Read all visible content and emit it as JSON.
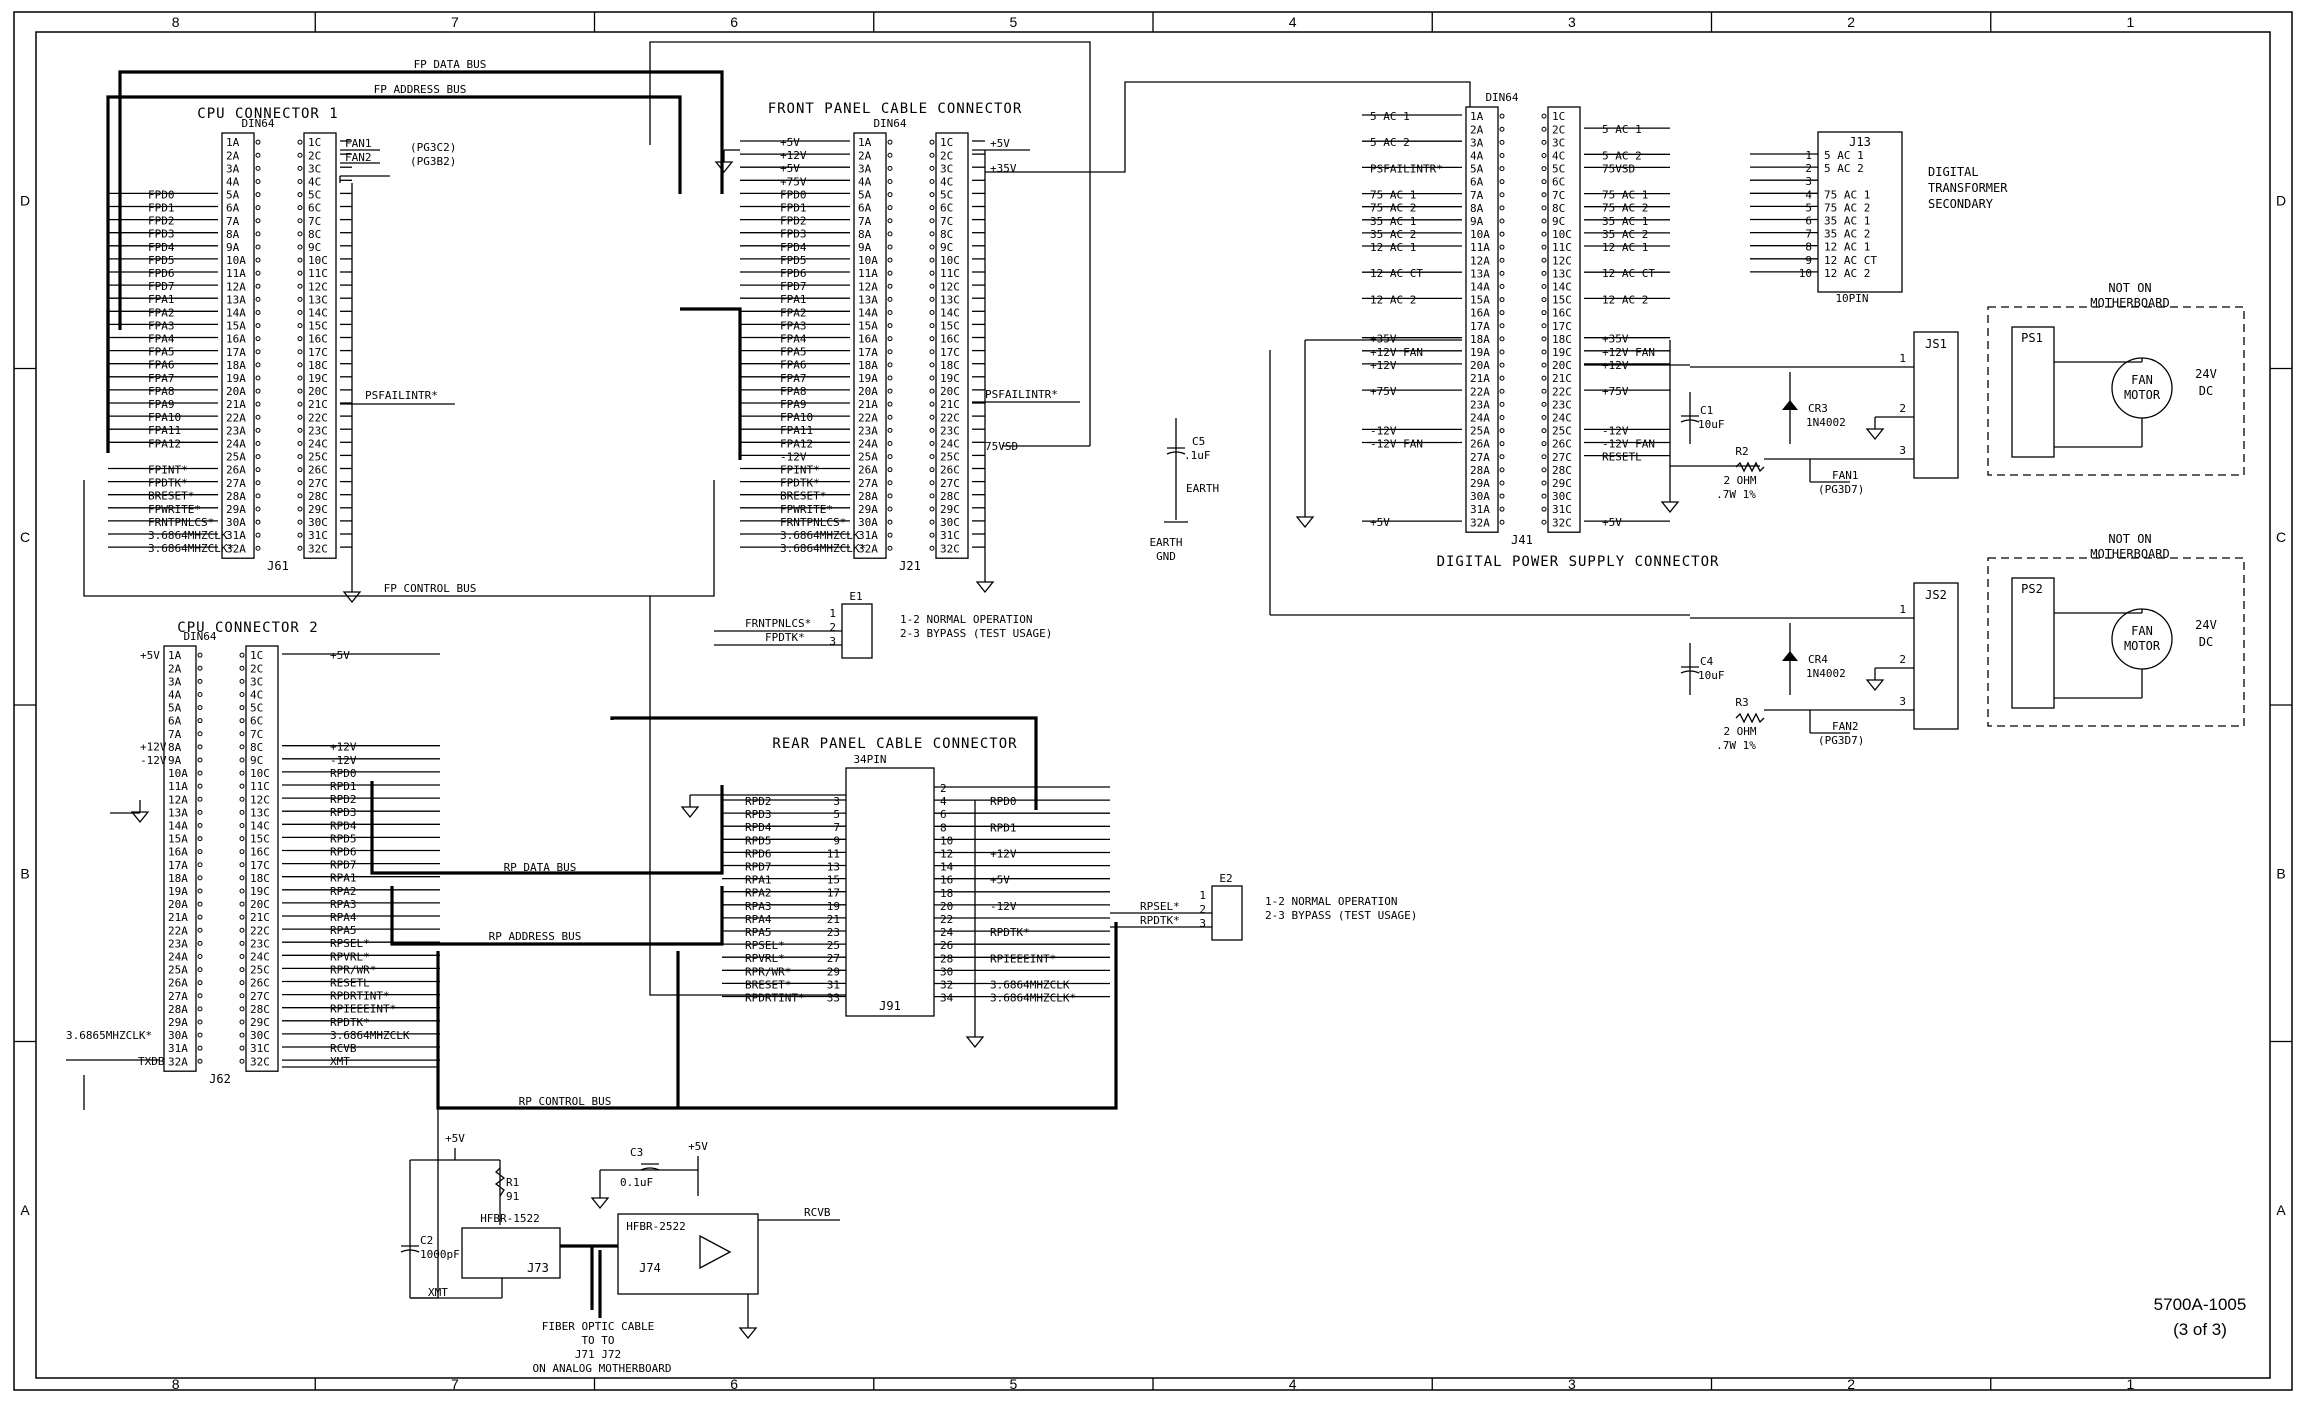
{
  "frame": {
    "cols": [
      "8",
      "7",
      "6",
      "5",
      "4",
      "3",
      "2",
      "1"
    ],
    "rows": [
      "D",
      "C",
      "B",
      "A"
    ]
  },
  "drawing": {
    "number": "5700A-1005",
    "sheet": "(3 of 3)"
  },
  "cpu1": {
    "title": "CPU CONNECTOR 1",
    "type": "DIN64",
    "ref": "J61",
    "a": [
      "1A",
      "2A",
      "3A",
      "4A",
      "5A",
      "6A",
      "7A",
      "8A",
      "9A",
      "10A",
      "11A",
      "12A",
      "13A",
      "14A",
      "15A",
      "16A",
      "17A",
      "18A",
      "19A",
      "20A",
      "21A",
      "22A",
      "23A",
      "24A",
      "25A",
      "26A",
      "27A",
      "28A",
      "29A",
      "30A",
      "31A",
      "32A"
    ],
    "c": [
      "1C",
      "2C",
      "3C",
      "4C",
      "5C",
      "6C",
      "7C",
      "8C",
      "9C",
      "10C",
      "11C",
      "12C",
      "13C",
      "14C",
      "15C",
      "16C",
      "17C",
      "18C",
      "19C",
      "20C",
      "21C",
      "22C",
      "23C",
      "24C",
      "25C",
      "26C",
      "27C",
      "28C",
      "29C",
      "30C",
      "31C",
      "32C"
    ],
    "sig": [
      "",
      "",
      "",
      "",
      "FPD0",
      "FPD1",
      "FPD2",
      "FPD3",
      "FPD4",
      "FPD5",
      "FPD6",
      "FPD7",
      "FPA1",
      "FPA2",
      "FPA3",
      "FPA4",
      "FPA5",
      "FPA6",
      "FPA7",
      "FPA8",
      "FPA9",
      "FPA10",
      "FPA11",
      "FPA12",
      "",
      "FPINT*",
      "FPDTK*",
      "BRESET*",
      "FPWRITE*",
      "FRNTPNLCS*",
      "3.6864MHZCLK",
      "3.6864MHZCLK*"
    ],
    "fan1": "FAN1",
    "fan2": "FAN2",
    "fan1_ref": "(PG3C2)",
    "fan2_ref": "(PG3B2)",
    "psfail": "PSFAILINTR*"
  },
  "fp": {
    "title": "FRONT PANEL CABLE CONNECTOR",
    "type": "DIN64",
    "ref": "J21",
    "sig": [
      "+5V",
      "+12V",
      "+5V",
      "+75V",
      "FPD0",
      "FPD1",
      "FPD2",
      "FPD3",
      "FPD4",
      "FPD5",
      "FPD6",
      "FPD7",
      "FPA1",
      "FPA2",
      "FPA3",
      "FPA4",
      "FPA5",
      "FPA6",
      "FPA7",
      "FPA8",
      "FPA9",
      "FPA10",
      "FPA11",
      "FPA12",
      "-12V",
      "FPINT*",
      "FPDTK*",
      "BRESET*",
      "FPWRITE*",
      "FRNTPNLCS*",
      "3.6864MHZCLK",
      "3.6864MHZCLK*"
    ],
    "right": {
      "p5": "+5V",
      "p35": "+35V",
      "psfail": "PSFAILINTR*",
      "v75sd": "75VSD"
    }
  },
  "buses": {
    "fp_data": "FP DATA BUS",
    "fp_address": "FP ADDRESS BUS",
    "fp_control": "FP CONTROL BUS",
    "rp_data": "RP DATA BUS",
    "rp_address": "RP ADDRESS BUS",
    "rp_control": "RP CONTROL BUS"
  },
  "e1": {
    "ref": "E1",
    "in1": "FRNTPNLCS*",
    "in2": "FPDTK*",
    "note1": "1-2 NORMAL OPERATION",
    "note2": "2-3 BYPASS (TEST USAGE)"
  },
  "cpu2": {
    "title": "CPU CONNECTOR 2",
    "type": "DIN64",
    "ref": "J62",
    "left": [
      "+5V",
      "",
      "",
      "",
      "",
      "",
      "",
      "+12V",
      "-12V",
      "",
      "",
      "",
      "",
      "",
      "",
      "",
      "",
      "",
      "",
      "",
      "",
      "",
      "",
      "",
      "",
      "",
      "",
      "",
      "",
      "3.6865MHZCLK*",
      "",
      "TXDB"
    ],
    "right": [
      "+5V",
      "",
      "",
      "",
      "",
      "",
      "",
      "+12V",
      "-12V",
      "RPD0",
      "RPD1",
      "RPD2",
      "RPD3",
      "RPD4",
      "RPD5",
      "RPD6",
      "RPD7",
      "RPA1",
      "RPA2",
      "RPA3",
      "RPA4",
      "RPA5",
      "RPSEL*",
      "RPVRL*",
      "RPR/WR*",
      "RESETL",
      "RPDRTINT*",
      "RPIEEEINT*",
      "RPDTK*",
      "3.6864MHZCLK",
      "RCVB",
      "XMT"
    ]
  },
  "rp": {
    "title": "REAR PANEL CABLE CONNECTOR",
    "type": "34PIN",
    "ref": "J91",
    "left": [
      {
        "n": "3",
        "s": "RPD2"
      },
      {
        "n": "5",
        "s": "RPD3"
      },
      {
        "n": "7",
        "s": "RPD4"
      },
      {
        "n": "9",
        "s": "RPD5"
      },
      {
        "n": "11",
        "s": "RPD6"
      },
      {
        "n": "13",
        "s": "RPD7"
      },
      {
        "n": "15",
        "s": "RPA1"
      },
      {
        "n": "17",
        "s": "RPA2"
      },
      {
        "n": "19",
        "s": "RPA3"
      },
      {
        "n": "21",
        "s": "RPA4"
      },
      {
        "n": "23",
        "s": "RPA5"
      },
      {
        "n": "25",
        "s": "RPSEL*"
      },
      {
        "n": "27",
        "s": "RPVRL*"
      },
      {
        "n": "29",
        "s": "RPR/WR*"
      },
      {
        "n": "31",
        "s": "BRESET*"
      },
      {
        "n": "33",
        "s": "RPDRTINT*"
      }
    ],
    "right": [
      {
        "n": "2",
        "s": ""
      },
      {
        "n": "4",
        "s": "RPD0"
      },
      {
        "n": "6",
        "s": ""
      },
      {
        "n": "8",
        "s": "RPD1"
      },
      {
        "n": "10",
        "s": ""
      },
      {
        "n": "12",
        "s": "+12V"
      },
      {
        "n": "14",
        "s": ""
      },
      {
        "n": "16",
        "s": "+5V"
      },
      {
        "n": "18",
        "s": ""
      },
      {
        "n": "20",
        "s": "-12V"
      },
      {
        "n": "22",
        "s": ""
      },
      {
        "n": "24",
        "s": "RPDTK*"
      },
      {
        "n": "26",
        "s": ""
      },
      {
        "n": "28",
        "s": "RPIEEEINT*"
      },
      {
        "n": "30",
        "s": ""
      },
      {
        "n": "32",
        "s": "3.6864MHZCLK"
      },
      {
        "n": "34",
        "s": "3.6864MHZCLK*"
      }
    ]
  },
  "e2": {
    "ref": "E2",
    "in1": "RPSEL*",
    "in2": "RPDTK*",
    "note1": "1-2 NORMAL OPERATION",
    "note2": "2-3 BYPASS (TEST USAGE)"
  },
  "dps": {
    "title": "DIGITAL POWER SUPPLY CONNECTOR",
    "type": "DIN64",
    "ref": "J41",
    "left": [
      "5 AC 1",
      "",
      "5 AC 2",
      "",
      "PSFAILINTR*",
      "",
      "75 AC 1",
      "75 AC 2",
      "35 AC 1",
      "35 AC 2",
      "12 AC 1",
      "",
      "12 AC CT",
      "",
      "12 AC 2",
      "",
      "",
      "+35V",
      "+12V FAN",
      "+12V",
      "",
      "+75V",
      "",
      "",
      "-12V",
      "-12V FAN",
      "",
      "",
      "",
      "",
      "",
      "+5V"
    ],
    "right": [
      "",
      "5 AC 1",
      "",
      "5 AC 2",
      "75VSD",
      "",
      "75 AC 1",
      "75 AC 2",
      "35 AC 1",
      "35 AC 2",
      "12 AC 1",
      "",
      "12 AC CT",
      "",
      "12 AC 2",
      "",
      "",
      "+35V",
      "+12V FAN",
      "+12V",
      "",
      "+75V",
      "",
      "",
      "-12V",
      "-12V FAN",
      "RESETL",
      "",
      "",
      "",
      "",
      "+5V"
    ]
  },
  "j13": {
    "ref": "J13",
    "type": "10PIN",
    "pins": [
      {
        "n": "1",
        "s": "5 AC 1"
      },
      {
        "n": "2",
        "s": "5 AC 2"
      },
      {
        "n": "3",
        "s": ""
      },
      {
        "n": "4",
        "s": "75 AC 1"
      },
      {
        "n": "5",
        "s": "75 AC 2"
      },
      {
        "n": "6",
        "s": "35 AC 1"
      },
      {
        "n": "7",
        "s": "35 AC 2"
      },
      {
        "n": "8",
        "s": "12 AC 1"
      },
      {
        "n": "9",
        "s": "12 AC CT"
      },
      {
        "n": "10",
        "s": "12 AC 2"
      }
    ],
    "desc": [
      "DIGITAL",
      "TRANSFORMER",
      "SECONDARY"
    ]
  },
  "c5": {
    "ref": "C5",
    "val": ".1uF",
    "earth": "EARTH",
    "gnd1": "EARTH",
    "gnd2": "GND"
  },
  "fan1": {
    "c": "C1",
    "cval": "10uF",
    "cr": "CR3",
    "crval": "1N4002",
    "r": "R2",
    "rval1": "2 OHM",
    "rval2": ".7W 1%",
    "js": "JS1",
    "ps": "PS1",
    "not_on": "NOT ON",
    "mb": "MOTHERBOARD",
    "motor1": "FAN",
    "motor2": "MOTOR",
    "v1": "24V",
    "v2": "DC",
    "out": "FAN1",
    "out_ref": "(PG3D7)"
  },
  "fan2": {
    "c": "C4",
    "cval": "10uF",
    "cr": "CR4",
    "crval": "1N4002",
    "r": "R3",
    "rval1": "2 OHM",
    "rval2": ".7W 1%",
    "js": "JS2",
    "ps": "PS2",
    "not_on": "NOT ON",
    "mb": "MOTHERBOARD",
    "motor1": "FAN",
    "motor2": "MOTOR",
    "v1": "24V",
    "v2": "DC",
    "out": "FAN2",
    "out_ref": "(PG3D7)"
  },
  "fiber": {
    "p5a": "+5V",
    "r1": "R1",
    "r1val": "91",
    "c2": "C2",
    "c2val": "1000pF",
    "tx": "HFBR-1522",
    "j73": "J73",
    "xmt": "XMT",
    "p5b": "+5V",
    "c3": "C3",
    "c3val": "0.1uF",
    "rx": "HFBR-2522",
    "j74": "J74",
    "rcvb": "RCVB",
    "cable1": "FIBER OPTIC CABLE",
    "cable2": "TO      TO",
    "cable3": "J71     J72",
    "cable4": "ON ANALOG MOTHERBOARD"
  }
}
